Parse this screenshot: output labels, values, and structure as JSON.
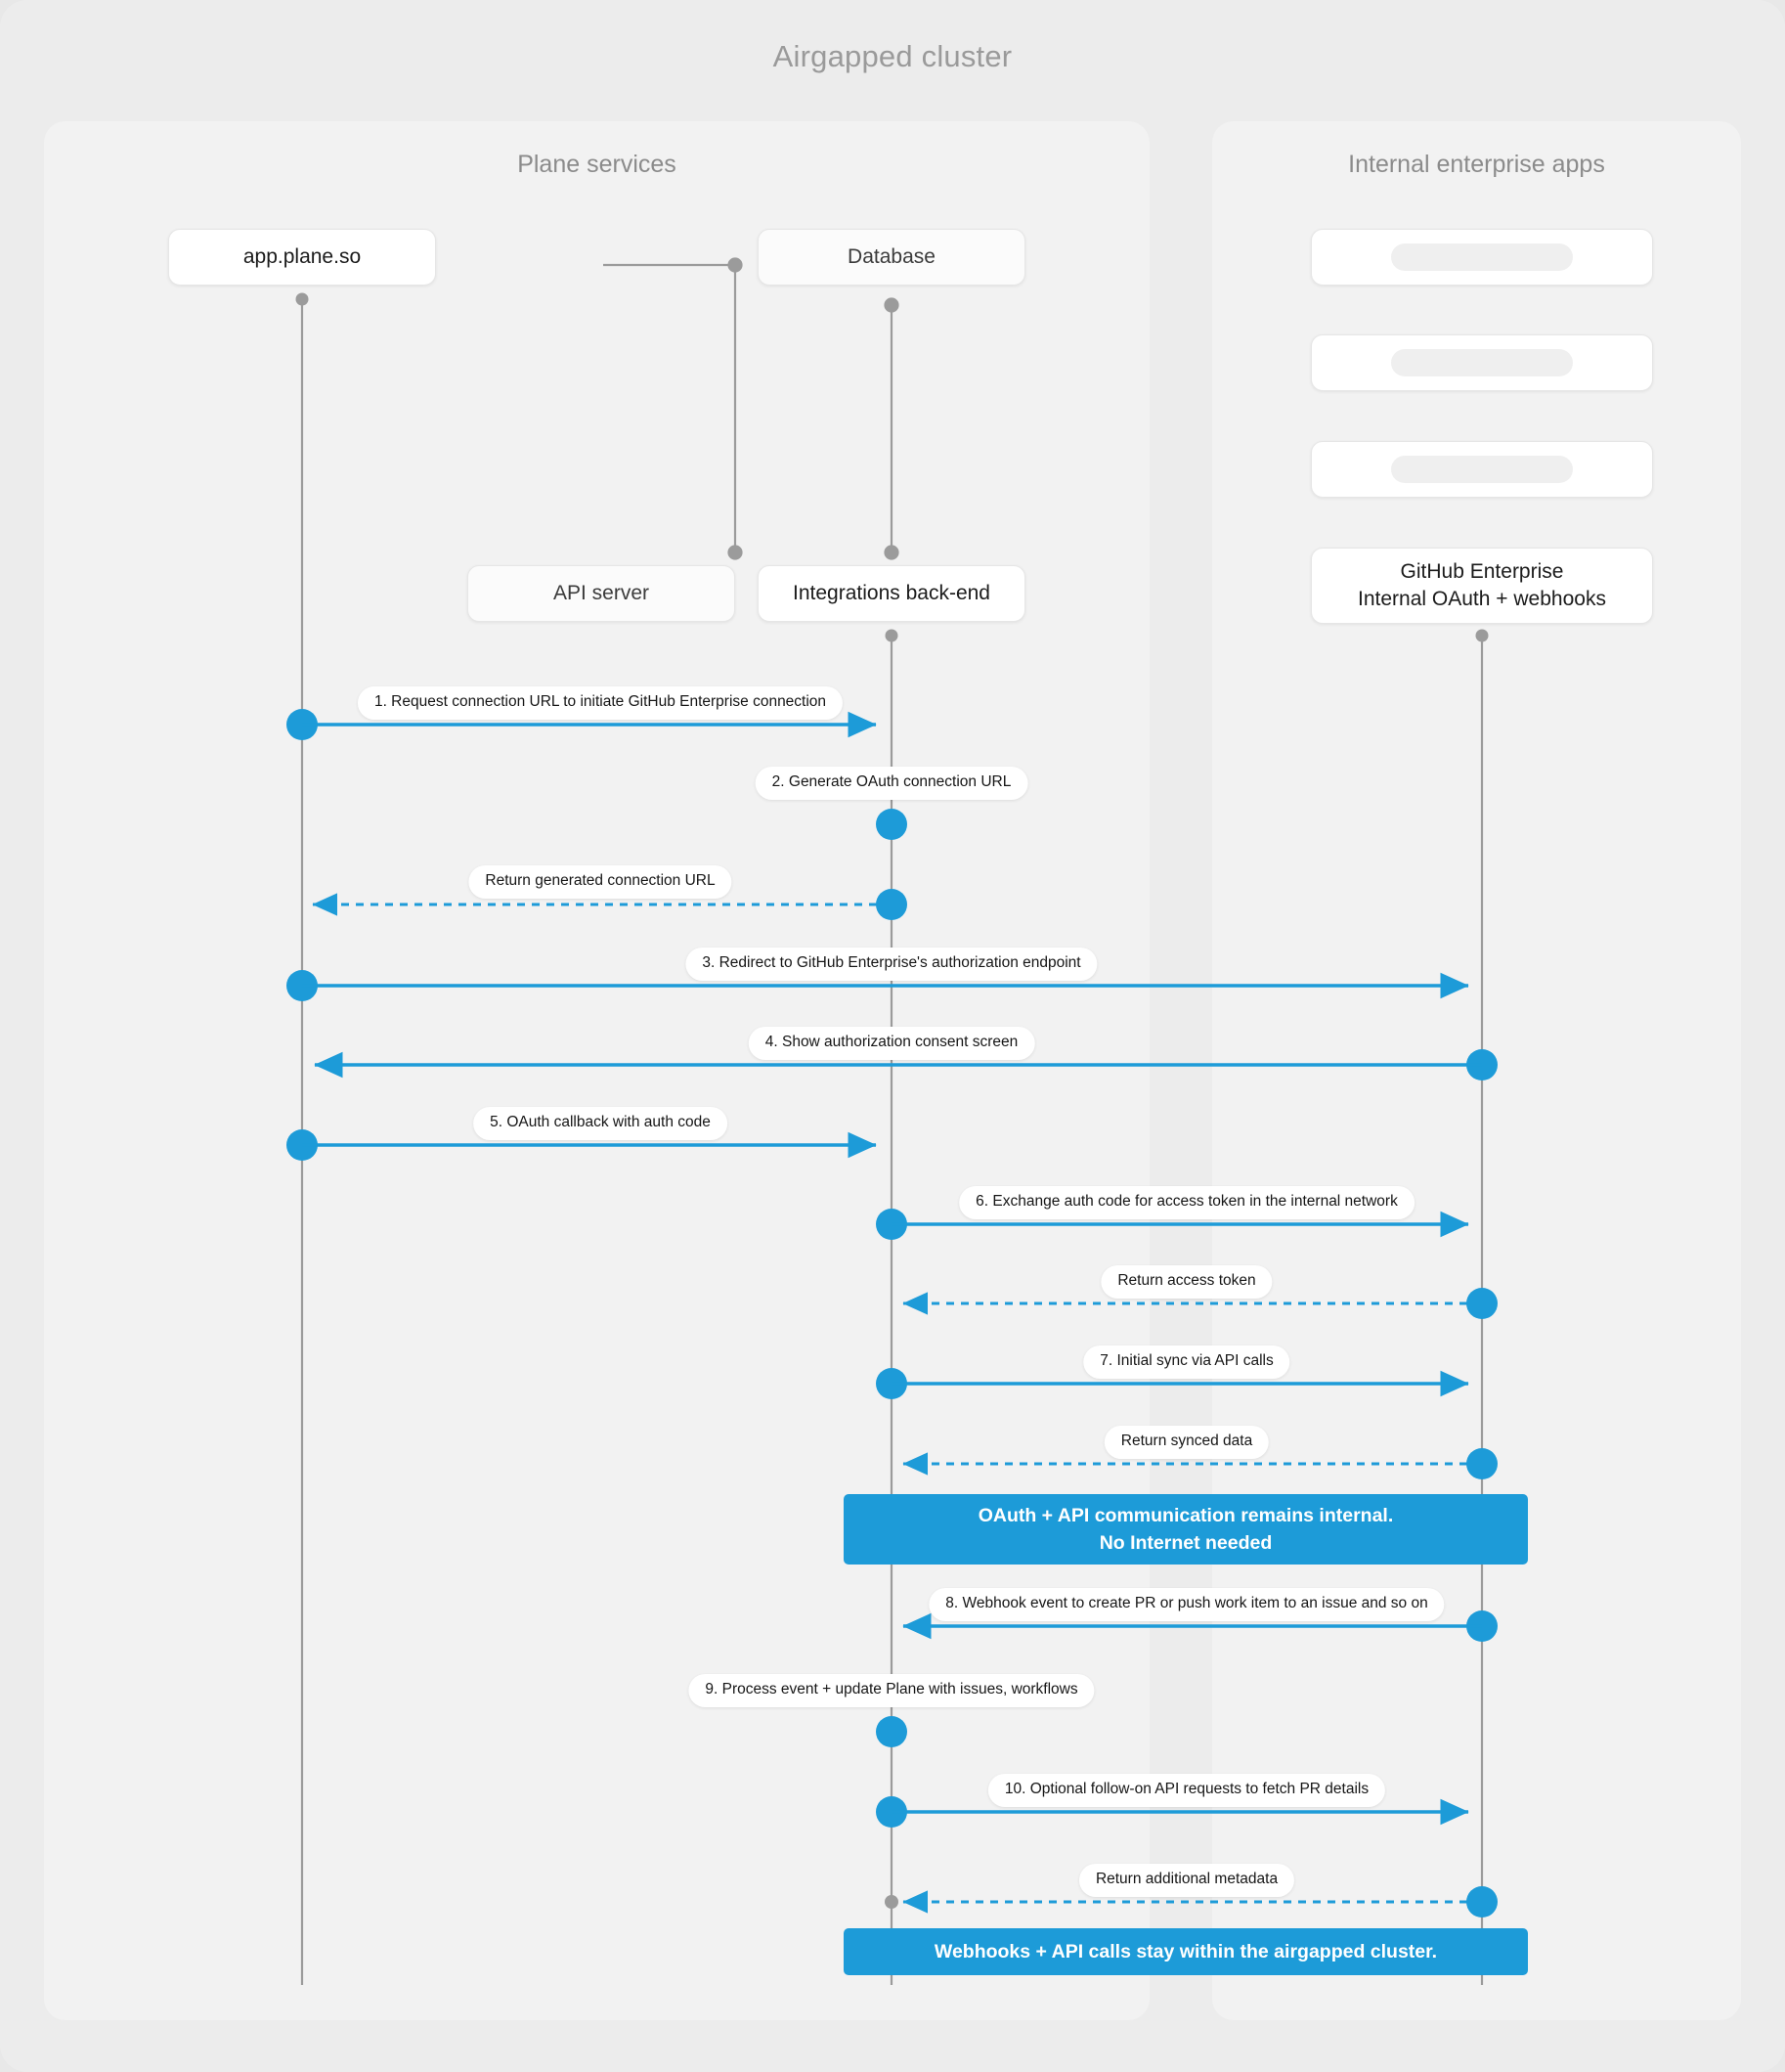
{
  "diagram": {
    "title": "Airgapped cluster",
    "accent_color": "#1d9bd8",
    "lifeline_color": "#9b9b9b",
    "page_background": "#ececec",
    "panel_background": "#f2f2f2"
  },
  "groups": [
    {
      "id": "plane",
      "title": "Plane services"
    },
    {
      "id": "internal",
      "title": "Internal enterprise apps"
    }
  ],
  "participants": [
    {
      "id": "app",
      "label": "app.plane.so",
      "group": "plane",
      "has_lifeline": true
    },
    {
      "id": "database",
      "label": "Database",
      "group": "plane",
      "has_lifeline": false
    },
    {
      "id": "api",
      "label": "API server",
      "group": "plane",
      "has_lifeline": false
    },
    {
      "id": "integr",
      "label": "Integrations back-end",
      "group": "plane",
      "has_lifeline": true
    },
    {
      "id": "app1",
      "label": "",
      "group": "internal",
      "has_lifeline": false
    },
    {
      "id": "app2",
      "label": "",
      "group": "internal",
      "has_lifeline": false
    },
    {
      "id": "app3",
      "label": "",
      "group": "internal",
      "has_lifeline": false
    },
    {
      "id": "ghe",
      "label": "GitHub Enterprise\nInternal OAuth + webhooks",
      "group": "internal",
      "has_lifeline": true
    }
  ],
  "ghe_node": {
    "line1": "GitHub Enterprise",
    "line2": "Internal OAuth + webhooks"
  },
  "messages": [
    {
      "n": 1,
      "label": "1. Request connection URL to initiate GitHub Enterprise connection",
      "from": "app",
      "to": "integr",
      "style": "solid",
      "direction": "right"
    },
    {
      "n": 2,
      "label": "2. Generate OAuth connection URL",
      "from": "integr",
      "to": "integr",
      "style": "self",
      "direction": "self"
    },
    {
      "n": 3,
      "label": "Return generated connection URL",
      "from": "integr",
      "to": "app",
      "style": "dashed",
      "direction": "left"
    },
    {
      "n": 4,
      "label": "3. Redirect to GitHub Enterprise's authorization endpoint",
      "from": "app",
      "to": "ghe",
      "style": "solid",
      "direction": "right"
    },
    {
      "n": 5,
      "label": "4. Show authorization consent screen",
      "from": "ghe",
      "to": "app",
      "style": "solid",
      "direction": "left"
    },
    {
      "n": 6,
      "label": "5. OAuth callback with auth code",
      "from": "app",
      "to": "integr",
      "style": "solid",
      "direction": "right"
    },
    {
      "n": 7,
      "label": "6. Exchange auth code for access token in the internal network",
      "from": "integr",
      "to": "ghe",
      "style": "solid",
      "direction": "right"
    },
    {
      "n": 8,
      "label": "Return access token",
      "from": "ghe",
      "to": "integr",
      "style": "dashed",
      "direction": "left"
    },
    {
      "n": 9,
      "label": "7. Initial sync via API calls",
      "from": "integr",
      "to": "ghe",
      "style": "solid",
      "direction": "right"
    },
    {
      "n": 10,
      "label": "Return synced data",
      "from": "ghe",
      "to": "integr",
      "style": "dashed",
      "direction": "left"
    },
    {
      "n": 11,
      "label": "8. Webhook event to create PR  or push work item to an issue  and so on",
      "from": "ghe",
      "to": "integr",
      "style": "solid",
      "direction": "left"
    },
    {
      "n": 12,
      "label": "9. Process event + update Plane with issues, workflows",
      "from": "integr",
      "to": "integr",
      "style": "self",
      "direction": "self"
    },
    {
      "n": 13,
      "label": "10. Optional follow-on API requests to fetch PR details",
      "from": "integr",
      "to": "ghe",
      "style": "solid",
      "direction": "right"
    },
    {
      "n": 14,
      "label": "Return additional metadata",
      "from": "ghe",
      "to": "integr",
      "style": "dashed",
      "direction": "left"
    }
  ],
  "notes": [
    {
      "id": "note-1",
      "line1": "OAuth + API communication remains internal.",
      "line2": "No Internet needed"
    },
    {
      "id": "note-2",
      "line1": "Webhooks + API calls stay within the airgapped cluster.",
      "line2": ""
    }
  ]
}
